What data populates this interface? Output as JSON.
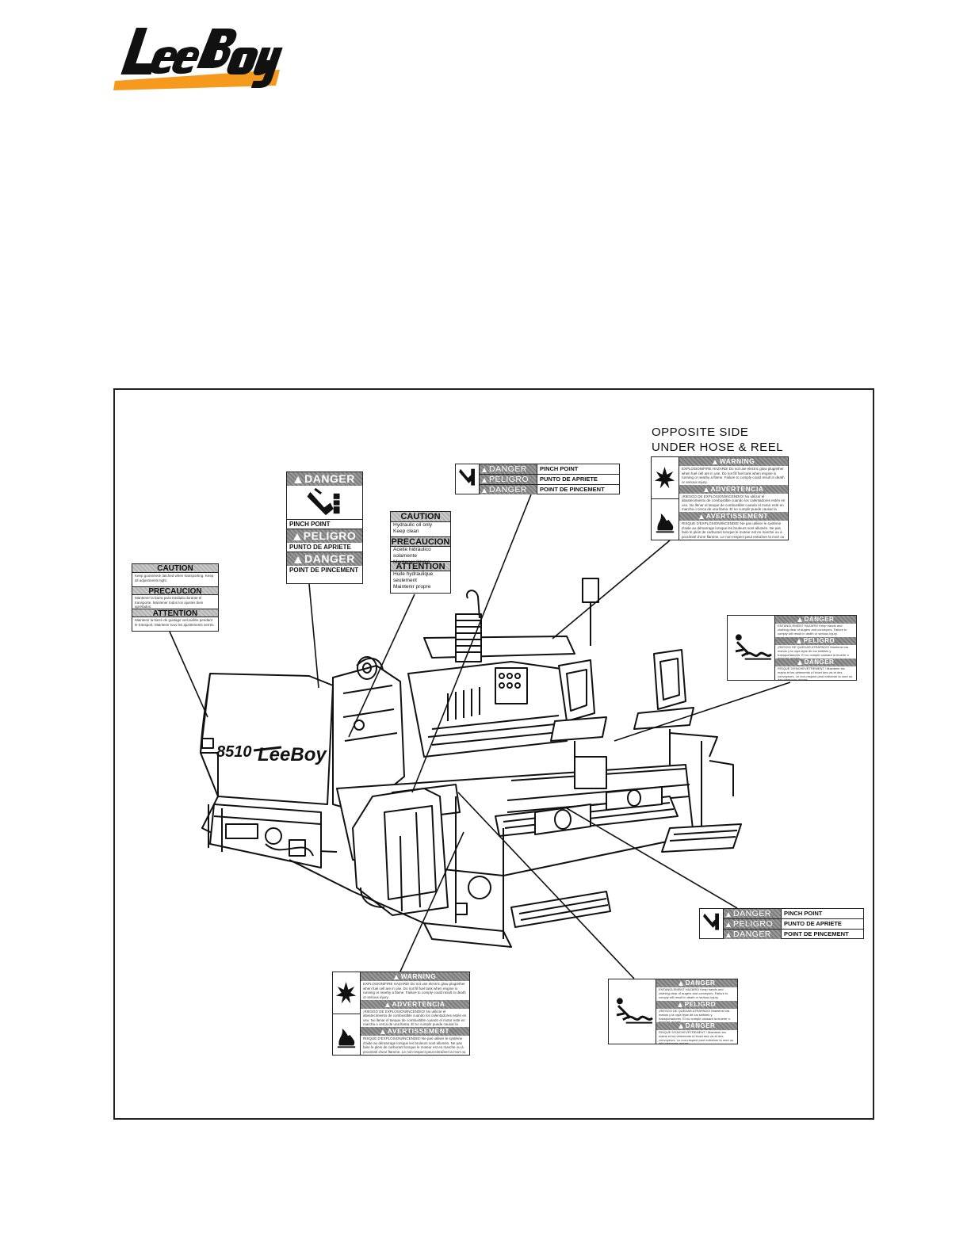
{
  "logo": {
    "text": "LeeBoy"
  },
  "figure": {
    "caption_line1": "OPPOSITE SIDE",
    "caption_line2": "UNDER HOSE & REEL",
    "machine_model": "8510",
    "machine_brand": "LeeBoy"
  },
  "decal_danger_pinch_tall": {
    "header1": "DANGER",
    "text1": "PINCH POINT",
    "header2": "PELIGRO",
    "text2": "PUNTO DE APRIETE",
    "header3": "DANGER",
    "text3": "POINT DE PINCEMENT"
  },
  "decal_caution_hydraulic": {
    "header1": "CAUTION",
    "text1a": "Hydraulic oil only",
    "text1b": "Keep clean",
    "header2": "PRECAUCION",
    "text2a": "Aceite hidráulico solamente",
    "text2b": "Mantener limpio",
    "header3": "ATTENTION",
    "text3a": "Huile hydraulique",
    "text3b": "seulement",
    "text3c": "Maintenir propre"
  },
  "decal_caution_gooseneck": {
    "header1": "CAUTION",
    "text1": "Keep gooseneck latched when transporting. Keep all adjustments tight.",
    "header2": "PRECAUCION",
    "text2": "Mantener la barra para traslado durante el transporte. Mantener todos los ajustes bien apretados.",
    "header3": "ATTENTION",
    "text3": "Maintenir la barre de guidage verrouillée pendant le transport. Maintenir tous les ajustements serrés."
  },
  "decal_pinch_strip": {
    "row1_header": "DANGER",
    "row1_text": "PINCH POINT",
    "row2_header": "PELIGRO",
    "row2_text": "PUNTO DE APRIETE",
    "row3_header": "DANGER",
    "row3_text": "POINT DE PINCEMENT"
  },
  "decal_warning_explosion": {
    "header1": "WARNING",
    "text1": "EXPLOSION/FIRE HAZARD! Do not use electric glow plug/ether when fuel cell are in use. Do not fill fuel tank when engine is running or nearby a flame. Failure to comply could result in death or serious injury.",
    "header2": "ADVERTENCIA",
    "text2": "¡RIESGO DE EXPLOSION/INCENDIO! No utilizar el abastecimiento de combustible cuando los calentadores estén en uso. No llenar el tanque de combustible cuando el motor esté en marcha o cerca de una llama. El no cumplir puede causar la muerte o lesiones graves.",
    "header3": "AVERTISSEMENT",
    "text3": "RISQUE D'EXPLOSION/INCENDIE! Ne pas utiliser le système d'aide au démarrage lorsque les bruleurs sont allumés. Ne pas faire le plein de carburant lorsque le moteur est en marche ou à proximité d'une flamme. Le non-respect peut entraîner la mort ou des blessures graves."
  },
  "decal_danger_entanglement": {
    "header1": "DANGER",
    "text1": "ENTANGLEMENT HAZARD! Keep hands and clothing clear of augers and conveyors. Failure to comply will result in death or serious injury.",
    "header2": "PELIGRO",
    "text2": "¡RIESGO DE QUEDAR ATRAPADO! Mantener las manos y la ropa lejos de los sinfines y transportadores. El no cumplir causará la muerte o lesiones graves.",
    "header3": "DANGER",
    "text3": "RISQUE D'ENCHEVÊTREMENT ! Maintenir les mains et les vêtements à l'écart des vis et des convoyeurs. Le non-respect peut entraîner la mort ou des blessures graves."
  }
}
